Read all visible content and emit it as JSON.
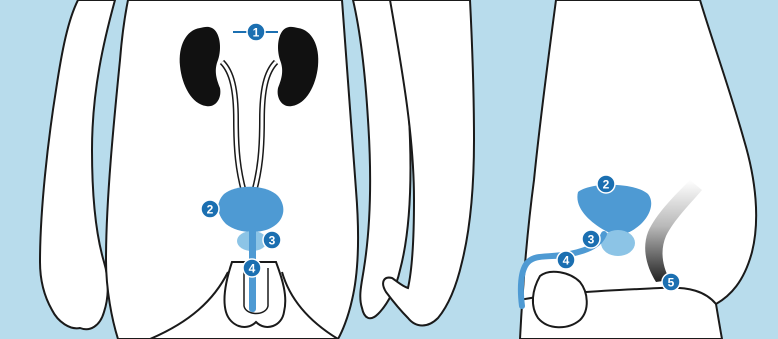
{
  "colors": {
    "background": "#b8dcec",
    "body_fill": "#ffffff",
    "outline": "#1a1a1a",
    "kidney": "#111111",
    "bladder": "#4e9ad3",
    "prostate": "#8cc4e6",
    "urethra": "#4e9ad3",
    "marker_fill": "#1b6fb1",
    "marker_text": "#ffffff"
  },
  "markers": {
    "front_1": "1",
    "front_2": "2",
    "front_3": "3",
    "front_4": "4",
    "side_2": "2",
    "side_3": "3",
    "side_4": "4",
    "side_5": "5"
  }
}
